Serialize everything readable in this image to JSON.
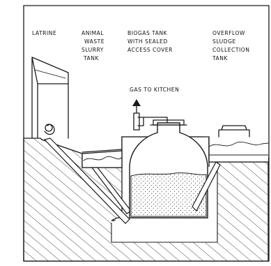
{
  "labels": {
    "latrine": "LATRINE",
    "animal_waste": [
      "ANIMAL",
      "WASTE",
      "SLURRY",
      "TANK"
    ],
    "biogas_tank": [
      "BIOGAS TANK",
      "WITH SEALED",
      "ACCESS COVER"
    ],
    "overflow": [
      "OVERFLOW",
      "SLUDGE",
      "COLLECTION",
      "TANK"
    ],
    "gas_to_kitchen": "GAS TO KITCHEN"
  },
  "colors": {
    "ink": "#1a1a1a",
    "paper": "#ffffff"
  }
}
